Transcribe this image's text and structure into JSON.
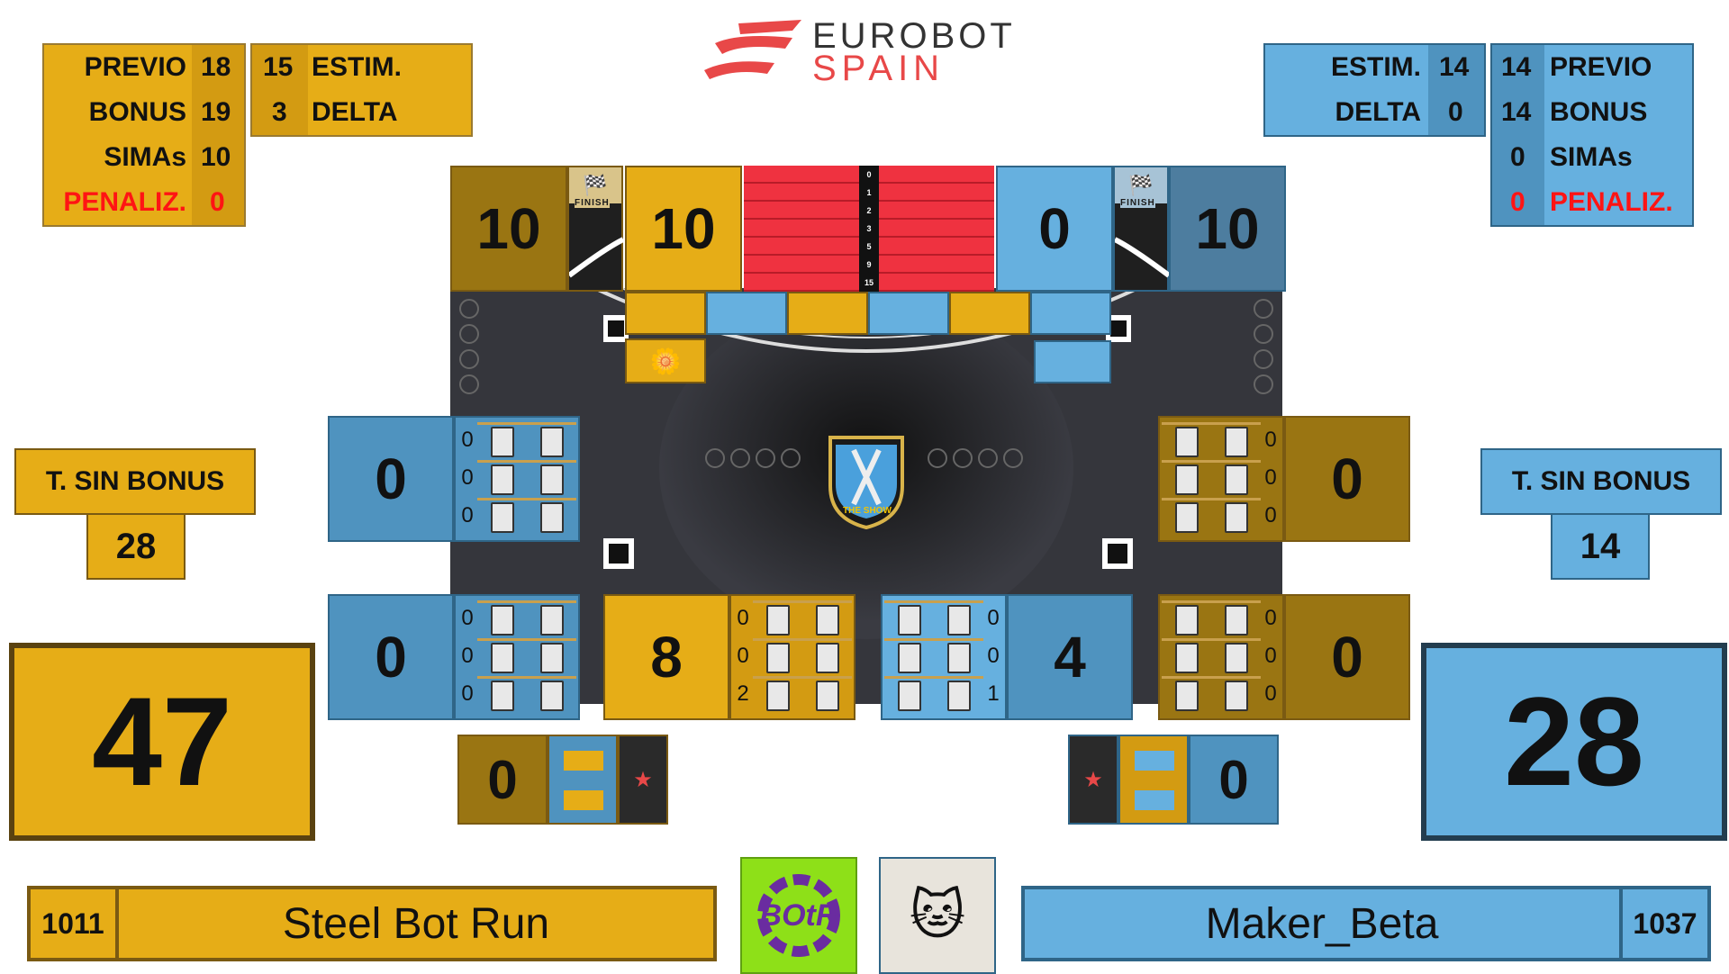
{
  "header": {
    "logo_line1": "EUROBOT",
    "logo_line2": "SPAIN"
  },
  "yellow": {
    "previo_label": "PREVIO",
    "previo_value": "18",
    "bonus_label": "BONUS",
    "bonus_value": "19",
    "simas_label": "SIMAs",
    "simas_value": "10",
    "penaliz_label": "PENALIZ.",
    "penaliz_value": "0",
    "estim_value": "15",
    "estim_label": "ESTIM.",
    "delta_value": "3",
    "delta_label": "DELTA",
    "sin_bonus_label": "T. SIN BONUS",
    "sin_bonus_value": "28",
    "total": "47",
    "team_id": "1011",
    "team_name": "Steel Bot Run",
    "backstage_score": "10",
    "banner_score": "10",
    "side_zone_top": "0",
    "side_zone_bottom": "0",
    "mid_zone": "8",
    "small_zone": "0",
    "right_zone_top": "0",
    "right_zone_bottom": "0",
    "stacks_left_top": [
      "0",
      "0",
      "0"
    ],
    "stacks_left_bottom": [
      "0",
      "0",
      "0"
    ],
    "stacks_mid": [
      "0",
      "0",
      "2"
    ],
    "stacks_right_top": [
      "0",
      "0",
      "0"
    ],
    "stacks_right_bottom": [
      "0",
      "0",
      "0"
    ]
  },
  "blue": {
    "previo_label": "PREVIO",
    "previo_value": "14",
    "bonus_label": "BONUS",
    "bonus_value": "14",
    "simas_label": "SIMAs",
    "simas_value": "0",
    "penaliz_label": "PENALIZ.",
    "penaliz_value": "0",
    "estim_value": "14",
    "estim_label": "ESTIM.",
    "delta_value": "0",
    "delta_label": "DELTA",
    "sin_bonus_label": "T. SIN BONUS",
    "sin_bonus_value": "14",
    "total": "28",
    "team_id": "1037",
    "team_name": "Maker_Beta",
    "banner_score": "0",
    "backstage_score": "10",
    "mid_zone": "4",
    "small_zone": "0",
    "stacks_mid": [
      "0",
      "0",
      "1"
    ]
  },
  "ladder_ticks": [
    "0",
    "1",
    "2",
    "3",
    "5",
    "9",
    "15"
  ],
  "finish_label": "FINISH",
  "field_logo_text": "THE SHOW",
  "sponsor_logo_text": "BOtR",
  "colors": {
    "yellow": "#e6ad17",
    "blue": "#66b0df",
    "penalty": "#ff1414",
    "field": "#2e2f35"
  }
}
